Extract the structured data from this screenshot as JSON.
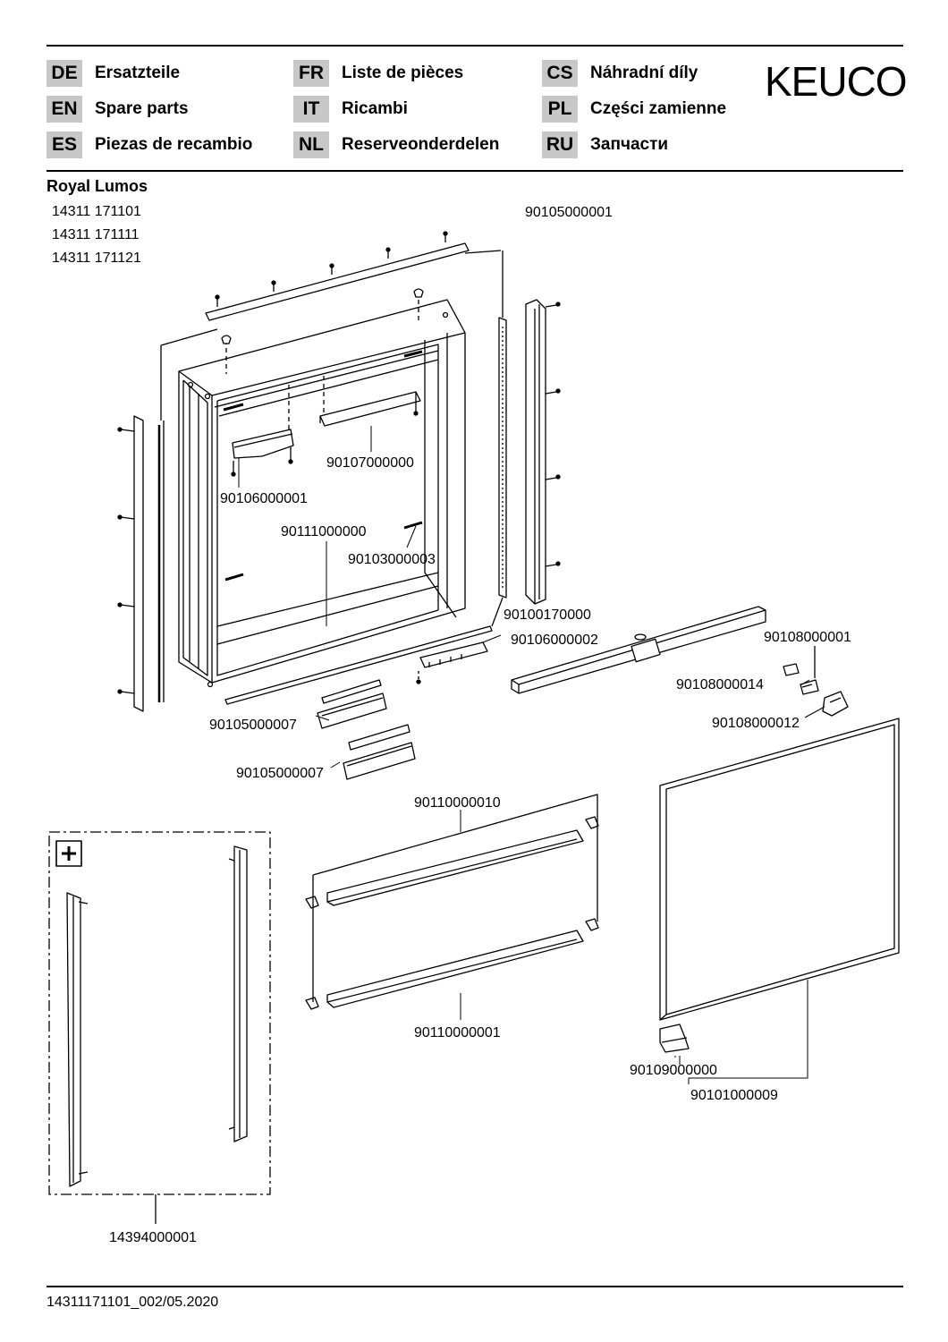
{
  "header": {
    "brand": "KEUCO",
    "languages": [
      {
        "code": "DE",
        "label": "Ersatzteile"
      },
      {
        "code": "FR",
        "label": "Liste de pièces"
      },
      {
        "code": "CS",
        "label": "Náhradní díly"
      },
      {
        "code": "EN",
        "label": "Spare parts"
      },
      {
        "code": "IT",
        "label": "Ricambi"
      },
      {
        "code": "PL",
        "label": "Części zamienne"
      },
      {
        "code": "ES",
        "label": "Piezas de recambio"
      },
      {
        "code": "NL",
        "label": "Reserveonderdelen"
      },
      {
        "code": "RU",
        "label": "Запчасти"
      }
    ]
  },
  "product": {
    "name": "Royal Lumos",
    "articles": [
      "14311 171101",
      "14311 171111",
      "14311 171121"
    ]
  },
  "parts": {
    "light_profile": "90105000001",
    "shelf_support": "90107000000",
    "socket_bracket": "90106000001",
    "cabinet_body": "90111000000",
    "screw_set": "90103000003",
    "seal_strip": "90100170000",
    "connector": "90106000002",
    "hinge": "90108000001",
    "cover_small": "90108000014",
    "hinge_clip": "90108000012",
    "profile_set_1": "90105000007",
    "profile_set_2": "90105000007",
    "shelf_clips": "90110000010",
    "glass_shelf": "90110000001",
    "door_holder": "90109000000",
    "mirror_door": "90101000009",
    "accessory_set": "14394000001"
  },
  "accessory_box": {
    "symbol": "+"
  },
  "footer": {
    "doc_id": "14311171101_002/05.2020"
  }
}
